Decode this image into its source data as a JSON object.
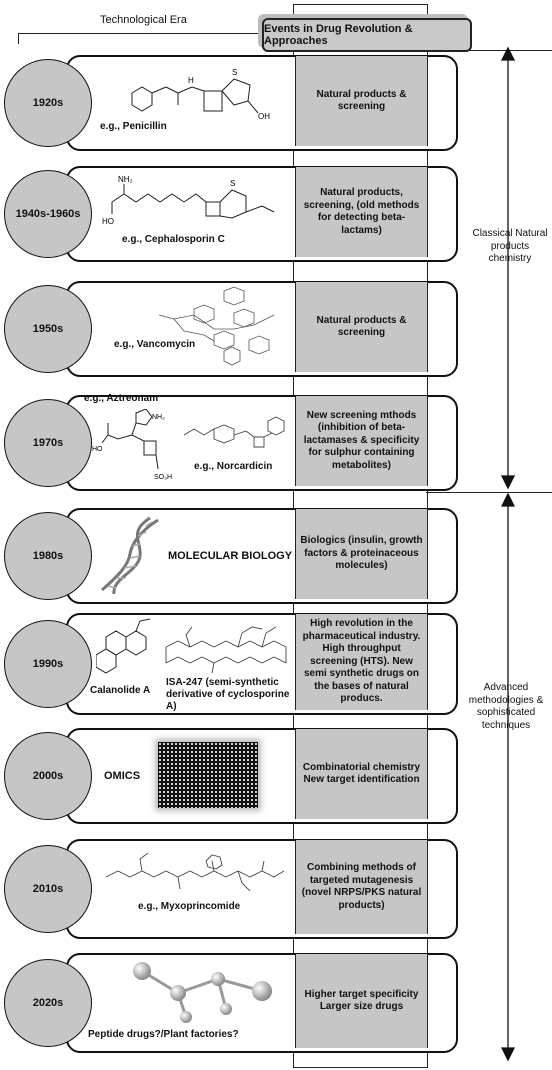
{
  "header": {
    "era_label": "Technological Era",
    "events_label": "Events in Drug Revolution & Approaches"
  },
  "side_labels": {
    "classical": "Classical Natural products chemistry",
    "advanced": "Advanced methodologies & sophisticated techniques"
  },
  "rows": [
    {
      "era": "1920s",
      "example": "e.g., Penicillin",
      "event": "Natural products & screening"
    },
    {
      "era": "1940s-1960s",
      "example": "e.g., Cephalosporin C",
      "event": "Natural products, screening, (old methods for detecting beta-lactams)"
    },
    {
      "era": "1950s",
      "example": "e.g., Vancomycin",
      "event": "Natural products & screening"
    },
    {
      "era": "1970s",
      "example": "e.g., Aztreonam",
      "example2": "e.g., Norcardicin",
      "event": "New screening mthods (inhibition of beta-lactamases & specificity for sulphur containing metabolites)"
    },
    {
      "era": "1980s",
      "example": "MOLECULAR BIOLOGY",
      "event": "Biologics (insulin, growth factors & proteinaceous molecules)"
    },
    {
      "era": "1990s",
      "example": "Calanolide A",
      "example2": "ISA-247 (semi-synthetic derivative of cyclosporine A)",
      "event": "High revolution in the pharmaceutical industry. High throughput screening (HTS). New semi synthetic drugs on the bases of natural producs."
    },
    {
      "era": "2000s",
      "example": "OMICS",
      "event": "Combinatorial chemistry New target identification"
    },
    {
      "era": "2010s",
      "example": "e.g., Myxoprincomide",
      "event": "Combining methods of targeted mutagenesis (novel NRPS/PKS natural products)"
    },
    {
      "era": "2020s",
      "example": "Peptide drugs?/Plant factories?",
      "event": "Higher target specificity Larger size drugs"
    }
  ]
}
